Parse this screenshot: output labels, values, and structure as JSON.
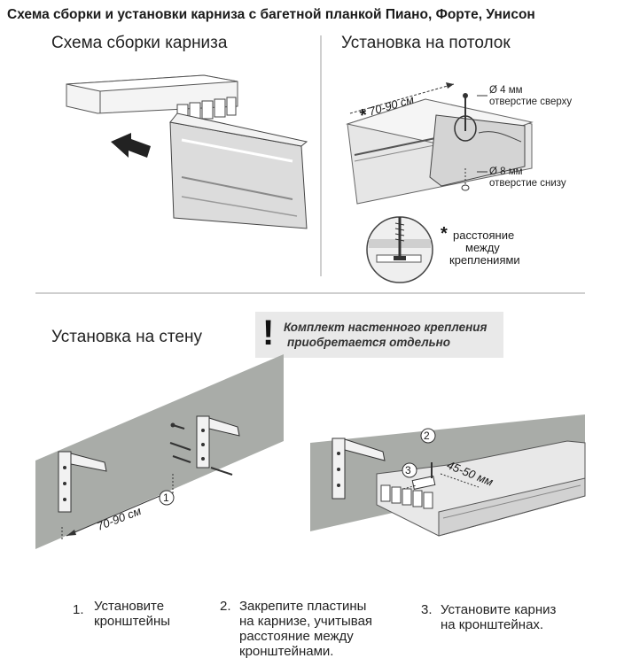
{
  "title": "Схема сборки и установки карниза с багетной планкой Пиано, Форте, Унисон",
  "sections": {
    "assembly": {
      "heading": "Схема сборки карниза"
    },
    "ceiling": {
      "heading": "Установка на потолок",
      "distance": "70-90 см",
      "distance_mark": "*",
      "hole_top_size": "Ø 4 мм",
      "hole_top_label": "отверстие сверху",
      "hole_bottom_size": "Ø 8 мм",
      "hole_bottom_label": "отверстие снизу",
      "footnote_mark": "*",
      "footnote_lines": [
        "расстояние",
        "между",
        "креплениями"
      ]
    },
    "wall": {
      "heading": "Установка на стену",
      "notice_mark": "!",
      "notice_line1": "Комплект настенного крепления",
      "notice_line2": "приобретается отдельно",
      "distance": "70-90 см",
      "distance_2": "45-50 мм",
      "callout_1": "1",
      "callout_2": "2",
      "callout_3": "3"
    }
  },
  "steps": [
    {
      "num": "1.",
      "lines": [
        "Установите",
        "кронштейны"
      ]
    },
    {
      "num": "2.",
      "lines": [
        "Закрепите пластины",
        "на карнизе, учитывая",
        "расстояние между",
        "кронштейнами."
      ]
    },
    {
      "num": "3.",
      "lines": [
        "Установите карниз",
        "на кронштейнах."
      ]
    }
  ],
  "colors": {
    "wall_gray": "#a9aca8",
    "line_gray": "#c8c8c8",
    "rail_light": "#e6e6e6",
    "rail_mid": "#c9c9c9"
  }
}
